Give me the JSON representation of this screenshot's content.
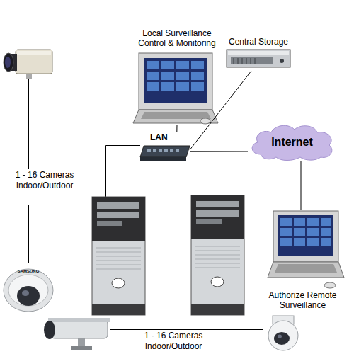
{
  "diagram": {
    "nodes": [
      {
        "text": [
          "Local Surveillance Control & Monitoring"
        ]
      },
      {
        "text": [
          "Central Storage"
        ]
      },
      {
        "text": [
          "LAN"
        ]
      },
      {
        "text": [
          "Internet"
        ]
      },
      {
        "text": [
          "Authorize Remote Surveillance"
        ]
      }
    ],
    "edges": [
      {
        "from": 0,
        "to": 2,
        "arrow": "none"
      },
      {
        "from": 1,
        "to": 2,
        "arrow": "none"
      },
      {
        "from": 2,
        "to": 3,
        "arrow": "none"
      },
      {
        "from": 3,
        "to": 4,
        "arrow": "none"
      }
    ],
    "labels": [
      "1 - 16 Cameras Indoor/Outdoor",
      "1 - 16 Cameras Indoor/Outdoor",
      "SAMSUNG"
    ]
  }
}
